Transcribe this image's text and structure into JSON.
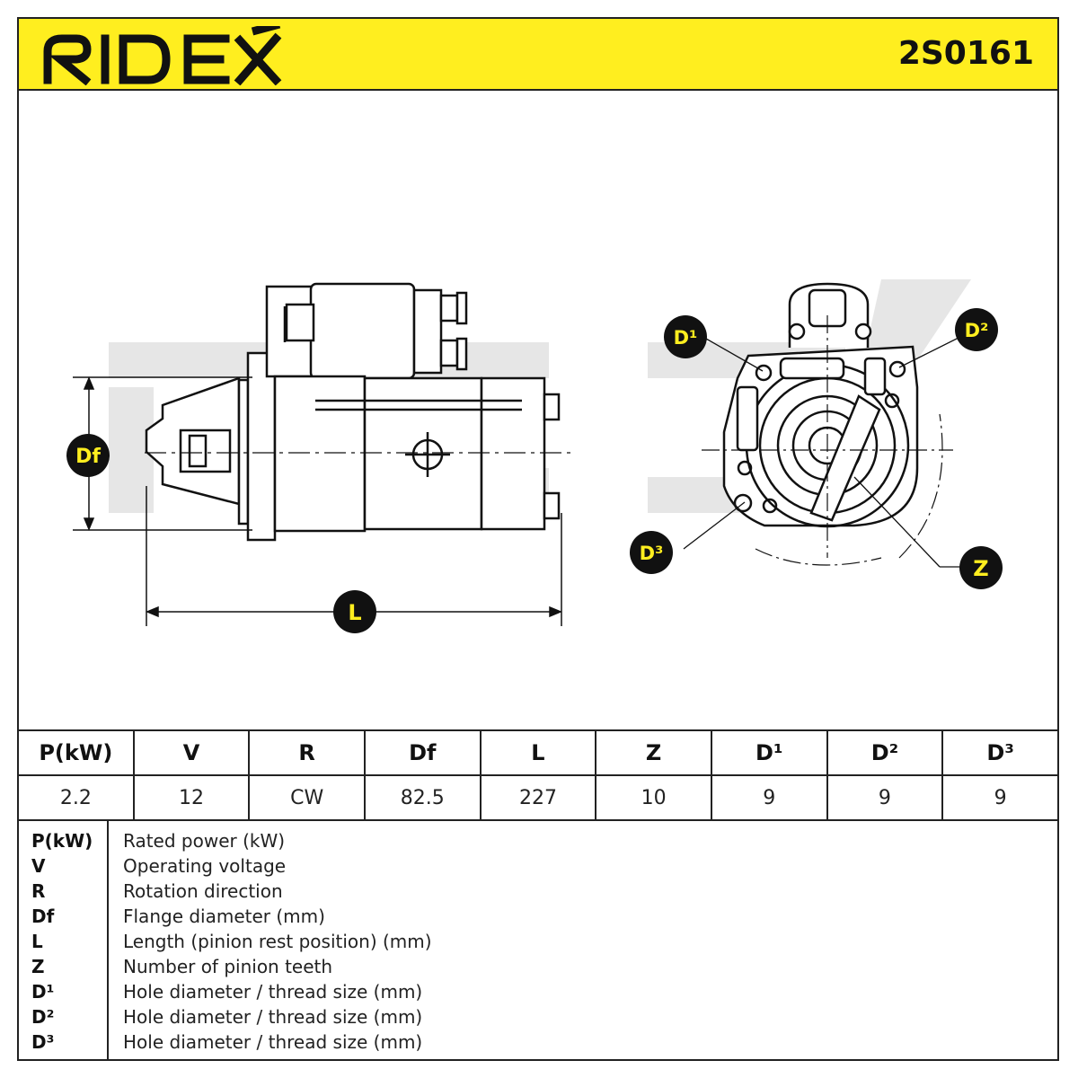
{
  "header": {
    "brand": "RIDEX",
    "part_number": "2S0161",
    "background_color": "#ffee1f"
  },
  "diagram": {
    "watermark": "RIDEX",
    "callouts": {
      "df": "Df",
      "l": "L",
      "d1": "D¹",
      "d2": "D²",
      "d3": "D³",
      "z": "Z"
    }
  },
  "spec_table": {
    "headers": [
      "P(kW)",
      "V",
      "R",
      "Df",
      "L",
      "Z",
      "D¹",
      "D²",
      "D³"
    ],
    "values": [
      "2.2",
      "12",
      "CW",
      "82.5",
      "227",
      "10",
      "9",
      "9",
      "9"
    ]
  },
  "legend": [
    {
      "key": "P(kW)",
      "desc": "Rated power (kW)"
    },
    {
      "key": "V",
      "desc": "Operating voltage"
    },
    {
      "key": "R",
      "desc": "Rotation direction"
    },
    {
      "key": "Df",
      "desc": "Flange diameter (mm)"
    },
    {
      "key": "L",
      "desc": "Length (pinion rest position) (mm)"
    },
    {
      "key": "Z",
      "desc": "Number of pinion teeth"
    },
    {
      "key": "D¹",
      "desc": "Hole diameter / thread size (mm)"
    },
    {
      "key": "D²",
      "desc": "Hole diameter / thread size (mm)"
    },
    {
      "key": "D³",
      "desc": "Hole diameter / thread size (mm)"
    }
  ]
}
